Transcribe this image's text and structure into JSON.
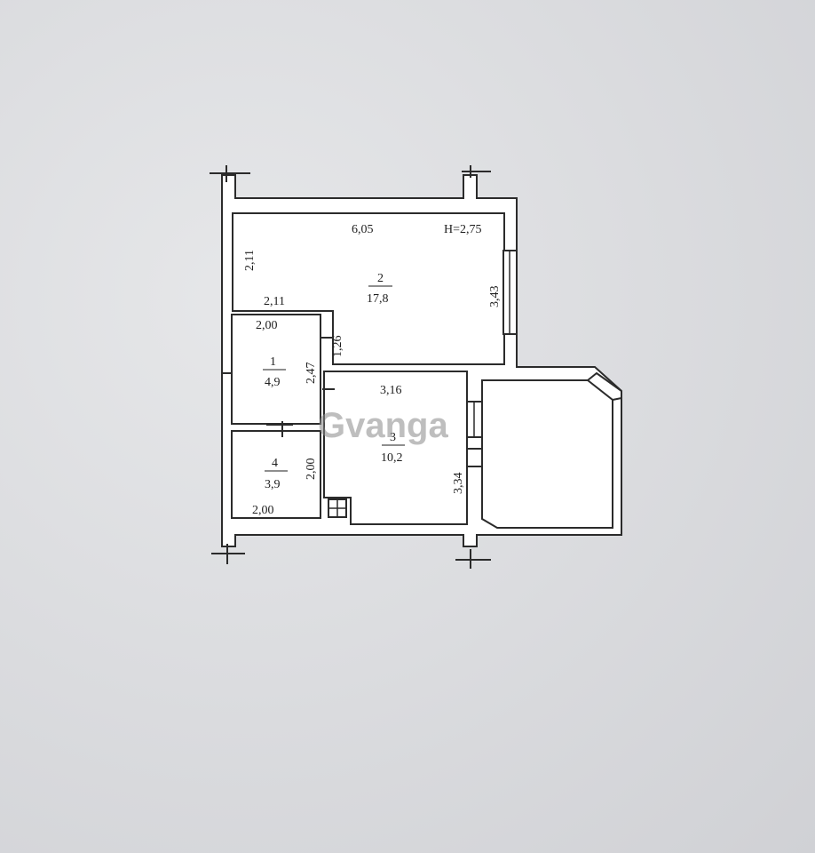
{
  "plan": {
    "height_label": "H=2,75",
    "rooms": [
      {
        "number": "1",
        "area": "4,9"
      },
      {
        "number": "2",
        "area": "17,8"
      },
      {
        "number": "3",
        "area": "10,2"
      },
      {
        "number": "4",
        "area": "3,9"
      }
    ],
    "dimensions": {
      "room2_width": "6,05",
      "room2_left_height": "2,11",
      "room2_right_height": "3,43",
      "room2_lower_left_width": "2,11",
      "room2_step_height": "1,26",
      "room1_width": "2,00",
      "room1_height": "2,47",
      "room3_width": "3,16",
      "room3_height": "3,34",
      "room4_height": "2,00",
      "room4_width": "2,00"
    }
  },
  "watermark": "Gvanga"
}
